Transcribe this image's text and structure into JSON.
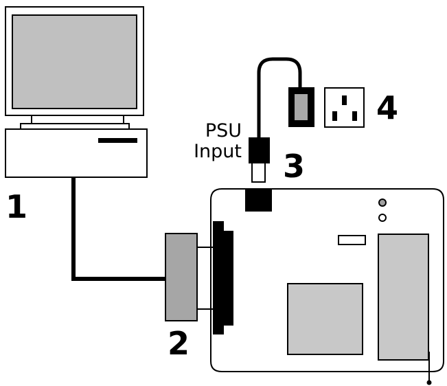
{
  "labels": {
    "computer": "1",
    "adapter": "2",
    "psu_plug": "3",
    "mains_socket": "4",
    "psu_input_line1": "PSU",
    "psu_input_line2": "Input"
  },
  "colors": {
    "line": "#000000",
    "monitor_screen": "#c0c0c0",
    "adapter_body": "#a6a6a6",
    "board_chip": "#c8c8c8",
    "psu_brick_insert": "#a8a8a8",
    "background": "#ffffff"
  }
}
